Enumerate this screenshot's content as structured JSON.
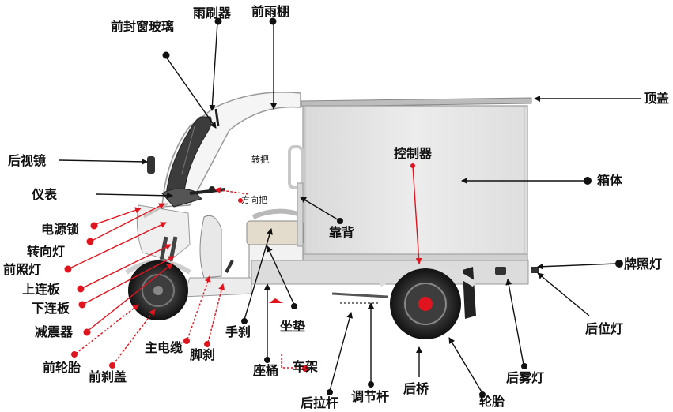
{
  "labels": {
    "front_windshield": "前封窗玻璃",
    "wiper": "雨刷器",
    "front_canopy": "前雨棚",
    "top_cover": "顶盖",
    "rear_mirror": "后视镜",
    "handle_grip": "转把",
    "controller": "控制器",
    "cargo_box": "箱体",
    "dashboard": "仪表",
    "handlebar": "方向把",
    "power_lock": "电源锁",
    "backrest": "靠背",
    "turn_signal": "转向灯",
    "license_light": "牌照灯",
    "headlight": "前照灯",
    "upper_panel": "上连板",
    "lower_panel": "下连板",
    "rear_position_light": "后位灯",
    "shock_absorber": "减震器",
    "hand_brake": "手刹",
    "seat_cushion": "坐垫",
    "main_cable": "主电缆",
    "foot_brake": "脚刹",
    "front_tire": "前轮胎",
    "rear_fog_light": "后雾灯",
    "front_brake_cover": "前刹盖",
    "seat_bucket": "座桶",
    "frame": "车架",
    "rear_axle": "后桥",
    "rear_pull_rod": "后拉杆",
    "adjust_rod": "调节杆",
    "tire": "轮胎"
  },
  "colors": {
    "leader_black": "#111111",
    "leader_red": "#e0141e",
    "box_fill": "#e6e6e6",
    "body_white": "#f4f4f4",
    "tire_dark": "#262626"
  }
}
